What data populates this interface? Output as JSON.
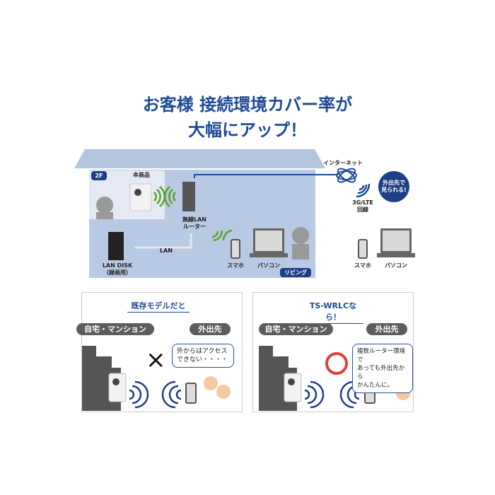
{
  "title": {
    "line1": "お客様 接続環境カバー率が",
    "line2": "大幅にアップ！"
  },
  "diagram": {
    "floor_label": "2F",
    "product_label": "本商品",
    "router_label": "無線LAN\nルーター",
    "lan_label": "LAN",
    "lan_disk_label": "LAN DISK",
    "lan_disk_sub": "（録画用）",
    "smartphone_label": "スマホ",
    "pc_label": "パソコン",
    "living_label": "リビング",
    "internet_label": "インターネット",
    "mobile_line_label": "3G/LTE",
    "mobile_line_sub": "回線",
    "outside_badge": "外出先で\n見られる!",
    "outside_smartphone_label": "スマホ",
    "outside_pc_label": "パソコン"
  },
  "panels": [
    {
      "title": "既存モデルだと",
      "home_label": "自宅・マンション",
      "outside_label": "外出先",
      "result_mark": "×",
      "bubble": "外からはアクセス\nできない・・・・"
    },
    {
      "title": "TS-WRLCなら！",
      "home_label": "自宅・マンション",
      "outside_label": "外出先",
      "result_mark": "○",
      "bubble": "複数ルーター環境で\nあっても外出先から\nかんたんに。"
    }
  ],
  "colors": {
    "accent": "#1d4a96",
    "house": "#b8cae3",
    "wifi_green": "#5aa52a",
    "red_circle": "#e0403c"
  }
}
